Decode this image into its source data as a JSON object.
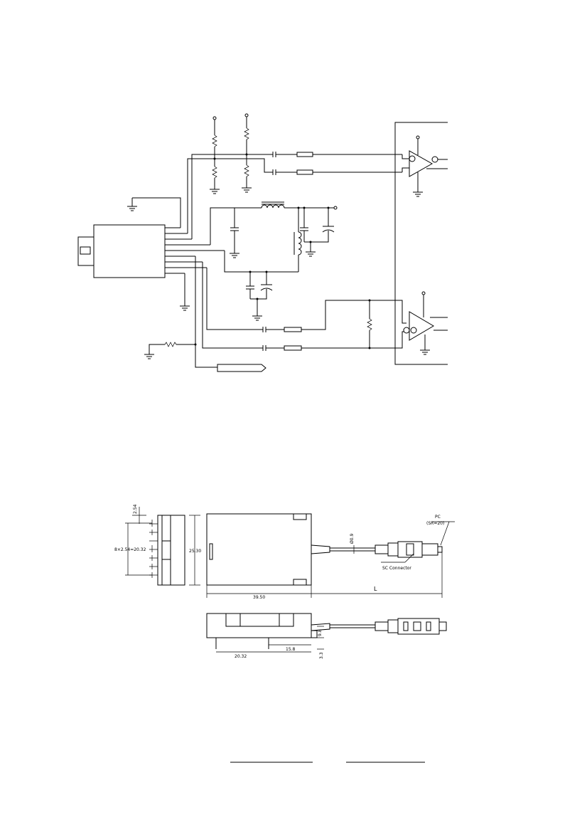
{
  "schematic": {
    "components": {
      "transceiver_module": "transceiver-module",
      "tx_driver": "line-driver",
      "rx_receiver": "line-receiver"
    }
  },
  "mechanical": {
    "dims": {
      "pin_pitch_small": "2.54",
      "pin_pitch_total": "8×2.54=20.32",
      "body_height": "25.30",
      "cable_diameter": "Ø0.9",
      "pc_label": "PC",
      "pc_radius": "(SR=20)",
      "connector_label": "SC Connector",
      "body_length": "39.50",
      "cable_length": "L",
      "side_pin_offset": "20.32",
      "side_fiber_offset": "15.8",
      "side_height_top": "9.8",
      "side_pin_length": "3.3"
    }
  },
  "footer": {
    "signature_line_1": "",
    "signature_line_2": ""
  }
}
